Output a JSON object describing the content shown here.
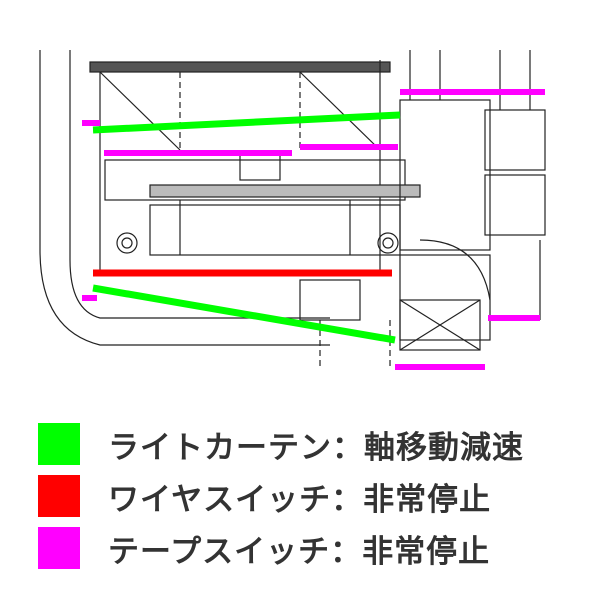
{
  "legend": [
    {
      "label": "ライトカーテン：軸移動減速",
      "color": "#00ff00"
    },
    {
      "label": "ワイヤスイッチ：非常停止",
      "color": "#ff0000"
    },
    {
      "label": "テープスイッチ：非常停止",
      "color": "#ff00ff"
    }
  ]
}
